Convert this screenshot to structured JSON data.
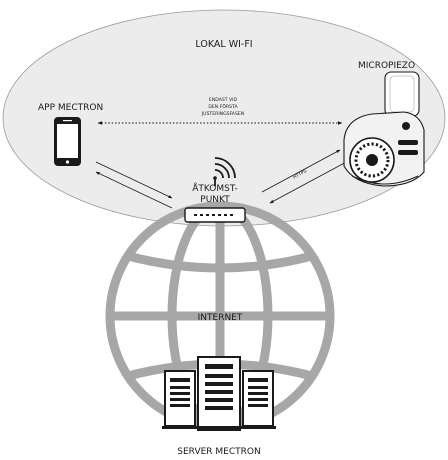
{
  "labels": {
    "wifi": "LOKAL WI-FI",
    "app": "APP MECTRON",
    "device": "MICROPIEZO",
    "note_line1": "ENDAST VID",
    "note_line2": "DEN FÖRSTA",
    "note_line3": "JUSTERINGSFASEN",
    "ap_line1": "ÅTKOMST-",
    "ap_line2": "PUNKT",
    "https": "HTTPS",
    "internet": "INTERNET",
    "server": "SERVER MECTRON"
  },
  "colors": {
    "ellipse_fill": "#ececec",
    "globe": "#a7a7a7",
    "ink": "#1a1a1a"
  },
  "icons": [
    "smartphone-icon",
    "router-icon",
    "wifi-signal-icon",
    "dental-device-icon",
    "globe-icon",
    "server-icon"
  ]
}
